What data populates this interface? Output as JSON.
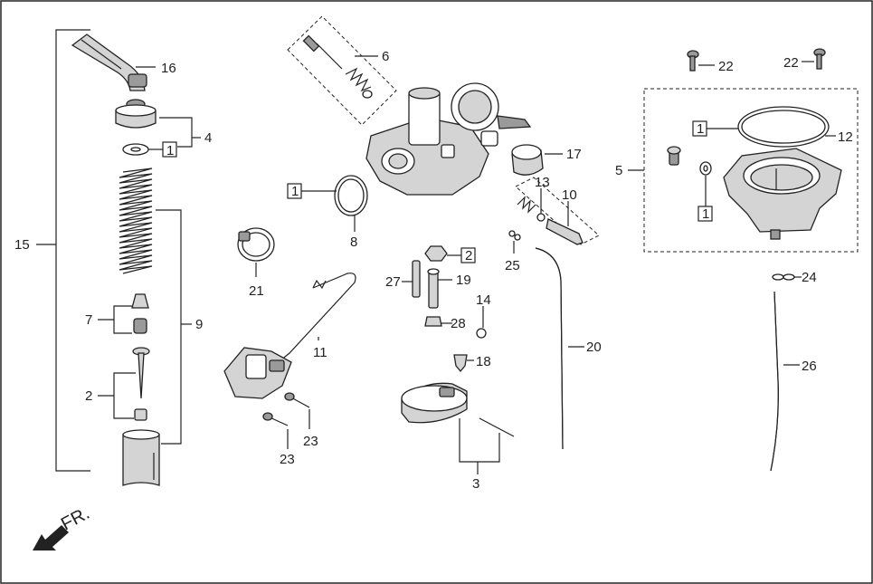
{
  "diagram": {
    "labels": {
      "l1": "1",
      "l2": "2",
      "l3": "3",
      "l4": "4",
      "l5": "5",
      "l6": "6",
      "l7": "7",
      "l8": "8",
      "l9": "9",
      "l10": "10",
      "l11": "11",
      "l12": "12",
      "l13": "13",
      "l14": "14",
      "l15": "15",
      "l16": "16",
      "l17": "17",
      "l18": "18",
      "l19": "19",
      "l20": "20",
      "l21": "21",
      "l22": "22",
      "l23": "23",
      "l24": "24",
      "l25": "25",
      "l26": "26",
      "l27": "27",
      "l28": "28"
    },
    "direction": "FR."
  }
}
